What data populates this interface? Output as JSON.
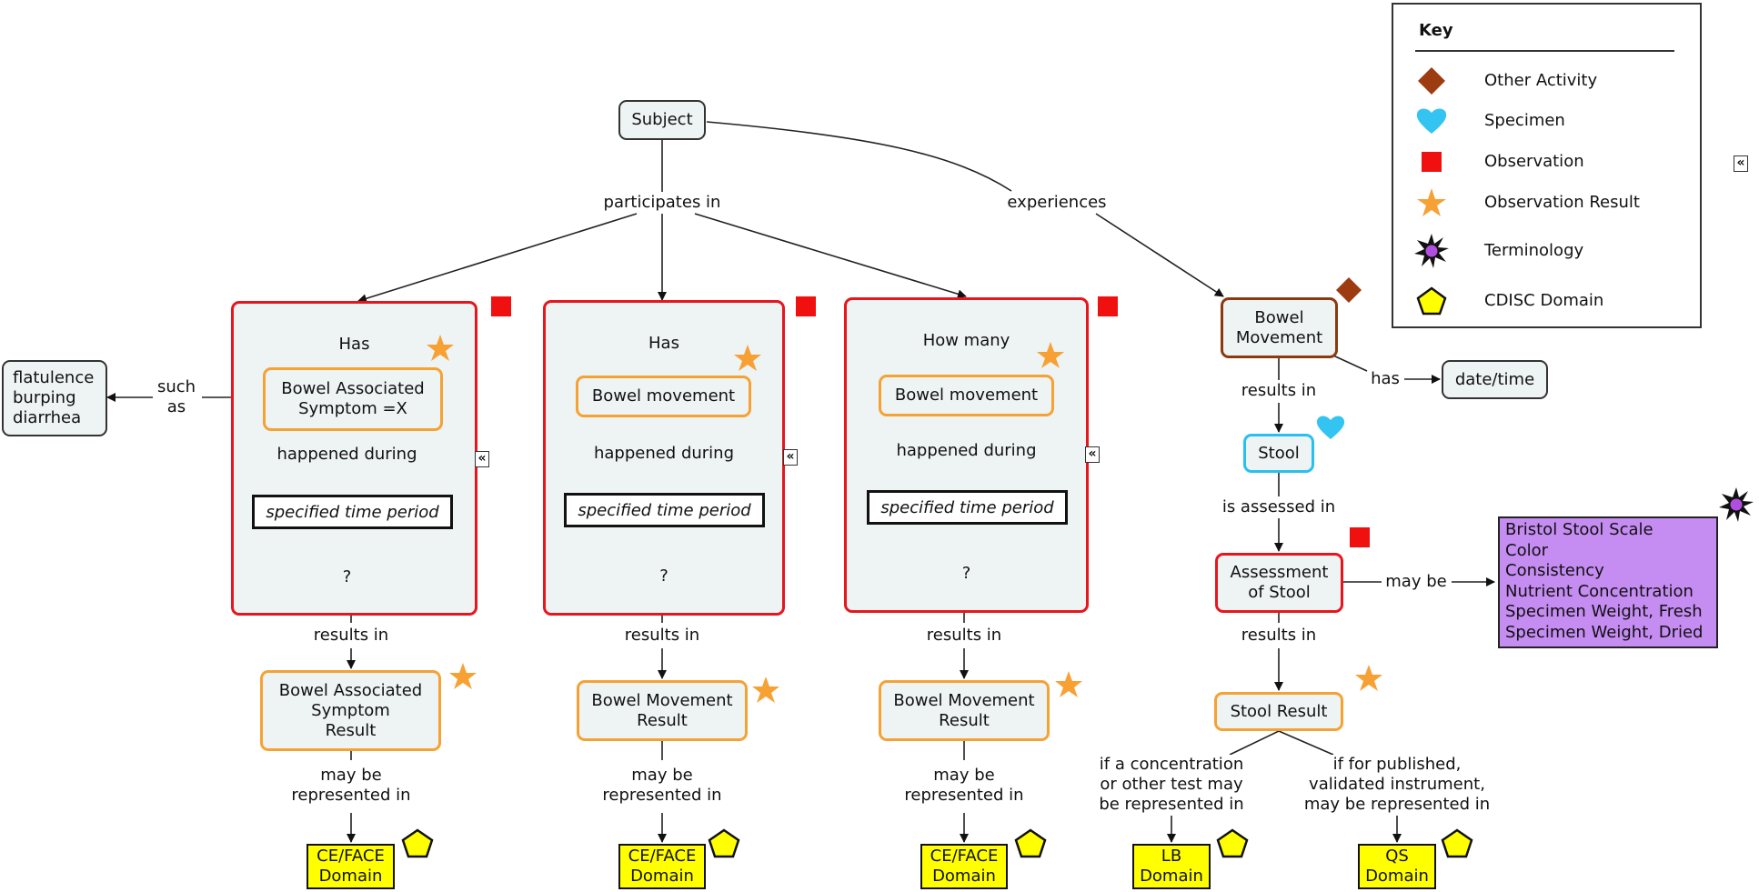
{
  "nodes": {
    "subject": "Subject",
    "flatulence": "flatulence\nburping\ndiarrhea",
    "bowel_movement": "Bowel\nMovement",
    "date_time": "date/time",
    "stool": "Stool",
    "assessment": "Assessment\nof Stool",
    "terminology_list": "Bristol Stool Scale\nColor\nConsistency\nNutrient Concentration\nSpecimen Weight, Fresh\nSpecimen Weight, Dried",
    "stool_result": "Stool Result",
    "lb_domain": "LB\nDomain",
    "qs_domain": "QS\nDomain"
  },
  "groups": [
    {
      "title": "Has",
      "concept": "Bowel Associated\nSymptom =X",
      "during": "happened during",
      "period": "specified time period",
      "question": "?",
      "results_in": "results in",
      "result": "Bowel Associated\nSymptom\nResult",
      "may_be": "may be\nrepresented in",
      "domain": "CE/FACE\nDomain"
    },
    {
      "title": "Has",
      "concept": "Bowel movement",
      "during": "happened during",
      "period": "specified time period",
      "question": "?",
      "results_in": "results in",
      "result": "Bowel Movement\nResult",
      "may_be": "may be\nrepresented in",
      "domain": "CE/FACE\nDomain"
    },
    {
      "title": "How many",
      "concept": "Bowel movement",
      "during": "happened during",
      "period": "specified time period",
      "question": "?",
      "results_in": "results in",
      "result": "Bowel Movement\nResult",
      "may_be": "may be\nrepresented in",
      "domain": "CE/FACE\nDomain"
    }
  ],
  "links": {
    "participates_in": "participates in",
    "experiences": "experiences",
    "such_as": "such\nas",
    "has": "has",
    "results_in_bm": "results in",
    "is_assessed_in": "is assessed in",
    "may_be": "may be",
    "results_in_assess": "results in",
    "if_concentration": "if a concentration\nor other test may\nbe represented in",
    "if_published": "if for published,\nvalidated instrument,\nmay be represented in"
  },
  "key": {
    "title": "Key",
    "items": [
      {
        "icon": "diamond-icon",
        "label": "Other Activity",
        "color": "#9c3c10"
      },
      {
        "icon": "heart-icon",
        "label": "Specimen",
        "color": "#34c4f2"
      },
      {
        "icon": "square-icon",
        "label": "Observation",
        "color": "#f01010"
      },
      {
        "icon": "star-icon",
        "label": "Observation Result",
        "color": "#f7a135"
      },
      {
        "icon": "burst-icon",
        "label": "Terminology",
        "color": "#b04ee0"
      },
      {
        "icon": "pentagon-icon",
        "label": "CDISC Domain",
        "color": "#ffff00"
      }
    ]
  },
  "colors": {
    "observation_border": "#e8151d",
    "result_border": "#f5a233",
    "activity_border": "#8b3a10",
    "specimen_border": "#28c0f0",
    "domain_fill": "#ffff00",
    "terminology_fill": "#c58cf2",
    "node_fill": "#eef3f4"
  }
}
